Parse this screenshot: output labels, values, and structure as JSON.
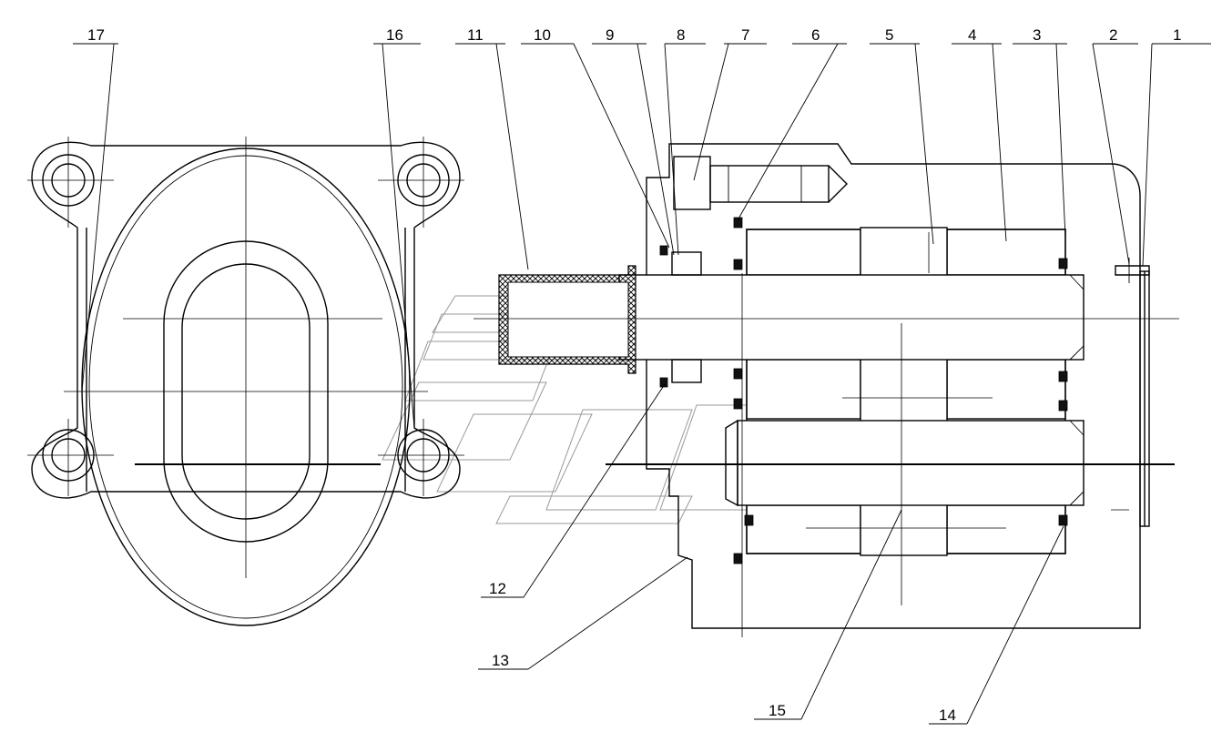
{
  "figure": {
    "callouts": [
      {
        "id": "c1",
        "label": "1"
      },
      {
        "id": "c2",
        "label": "2"
      },
      {
        "id": "c3",
        "label": "3"
      },
      {
        "id": "c4",
        "label": "4"
      },
      {
        "id": "c5",
        "label": "5"
      },
      {
        "id": "c6",
        "label": "6"
      },
      {
        "id": "c7",
        "label": "7"
      },
      {
        "id": "c8",
        "label": "8"
      },
      {
        "id": "c9",
        "label": "9"
      },
      {
        "id": "c10",
        "label": "10"
      },
      {
        "id": "c11",
        "label": "11"
      },
      {
        "id": "c12",
        "label": "12"
      },
      {
        "id": "c13",
        "label": "13"
      },
      {
        "id": "c14",
        "label": "14"
      },
      {
        "id": "c15",
        "label": "15"
      },
      {
        "id": "c16",
        "label": "16"
      },
      {
        "id": "c17",
        "label": "17"
      }
    ]
  }
}
